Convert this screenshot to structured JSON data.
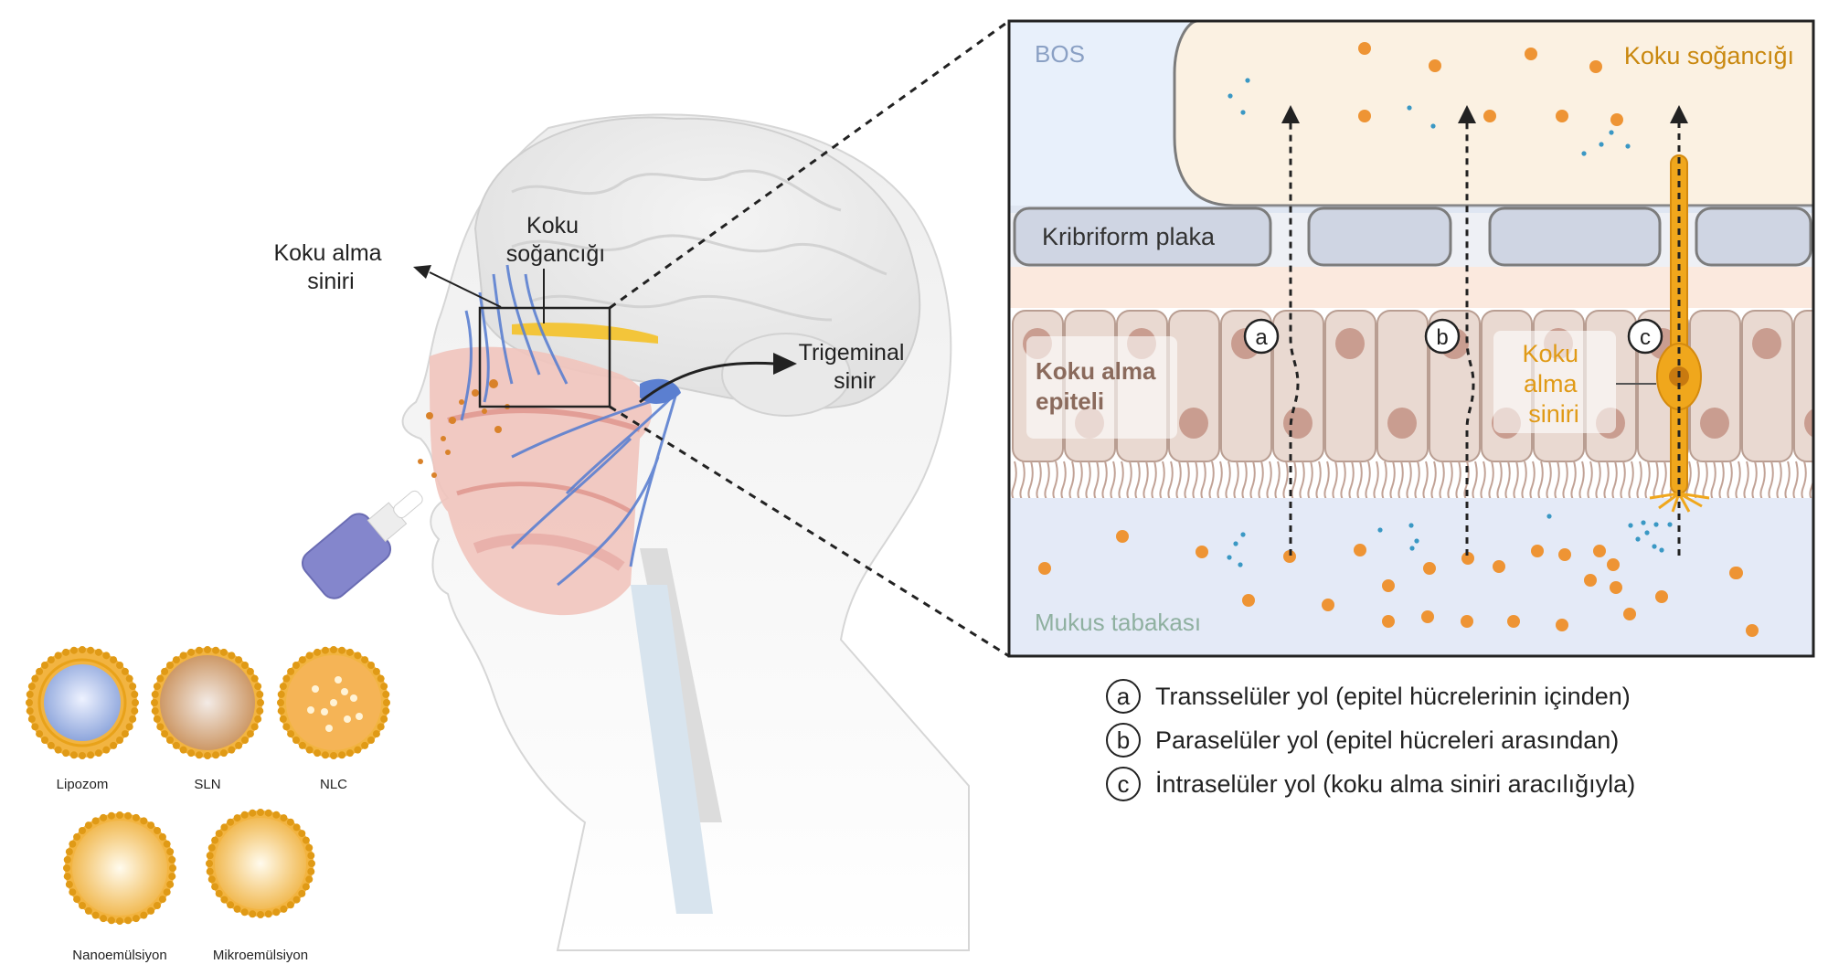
{
  "head_labels": {
    "olfactory_nerve": [
      "Koku alma",
      "siniri"
    ],
    "olfactory_bulb": [
      "Koku",
      "soğancığı"
    ],
    "trigeminal": [
      "Trigeminal",
      "sinir"
    ]
  },
  "carriers": [
    {
      "label": "Lipozom"
    },
    {
      "label": "SLN"
    },
    {
      "label": "NLC"
    },
    {
      "label": "Nanoemülsiyon"
    },
    {
      "label": "Mikroemülsiyon"
    }
  ],
  "inset": {
    "csf_label": "BOS",
    "bulb_label": "Koku soğancığı",
    "plate_label": "Kribriform plaka",
    "epithelium_label": [
      "Koku alma",
      "epiteli"
    ],
    "neuron_label": [
      "Koku",
      "alma",
      "siniri"
    ],
    "mucus_label": "Mukus tabakası",
    "pathway_markers": [
      "a",
      "b",
      "c"
    ]
  },
  "legend": [
    {
      "key": "a",
      "text": "Transselüler yol (epitel hücrelerinin içinden)"
    },
    {
      "key": "b",
      "text": "Paraselüler yol (epitel hücreleri arasından)"
    },
    {
      "key": "c",
      "text": "İntraselüler yol (koku alma siniri aracılığıyla)"
    }
  ],
  "colors": {
    "nerve_blue": "#5b7fd0",
    "bulb_orange": "#e8a21a",
    "particle_orange": "#ee9434",
    "csf_blue": "#e8f0fb",
    "bulb_fill": "#fbf1e2",
    "plate_fill": "#cfd5e3",
    "mucus_fill": "#e4eaf7",
    "cell_fill": "#e9d9d1"
  }
}
